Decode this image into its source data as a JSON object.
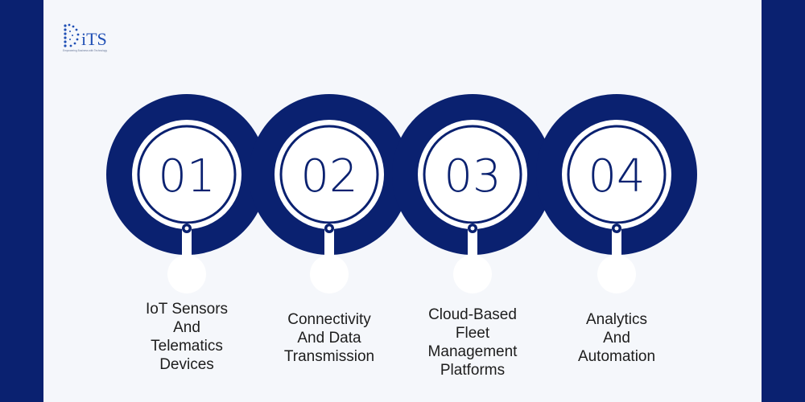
{
  "brand": {
    "logo_text": "DiTS",
    "tagline": "Empowering Business with Technology",
    "primary_color": "#0a2170"
  },
  "steps": [
    {
      "number": "01",
      "label_lines": [
        "IoT Sensors",
        "And",
        "Telematics",
        "Devices"
      ]
    },
    {
      "number": "02",
      "label_lines": [
        "Connectivity",
        "And Data",
        "Transmission"
      ]
    },
    {
      "number": "03",
      "label_lines": [
        "Cloud-Based",
        "Fleet",
        "Management",
        "Platforms"
      ]
    },
    {
      "number": "04",
      "label_lines": [
        "Analytics",
        "And",
        "Automation"
      ]
    }
  ]
}
